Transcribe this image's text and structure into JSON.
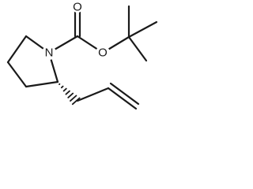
{
  "molecule": {
    "atoms": {
      "ring_nitrogen": "N",
      "carbonyl_oxygen": "O",
      "ester_oxygen": "O"
    }
  }
}
